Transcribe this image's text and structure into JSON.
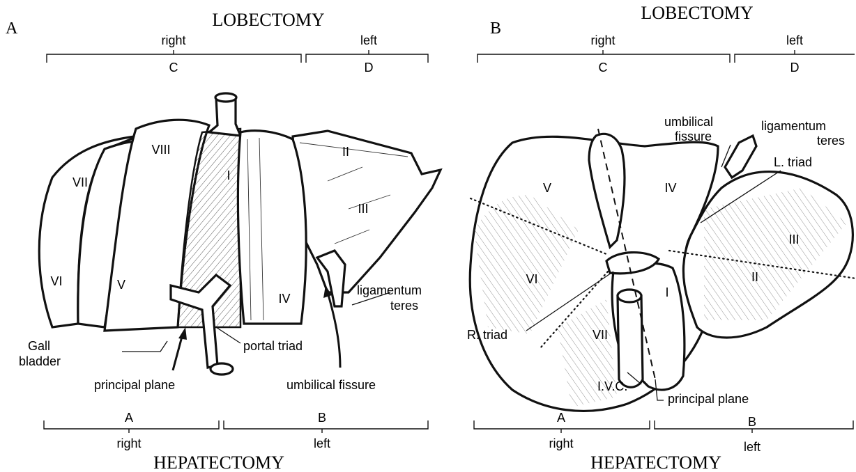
{
  "panels": [
    {
      "panel_letter": "A",
      "top_heading": "LOBECTOMY",
      "bottom_heading": "HEPATECTOMY",
      "top_brackets": [
        {
          "side": "right",
          "letter": "C"
        },
        {
          "side": "left",
          "letter": "D"
        }
      ],
      "bottom_brackets": [
        {
          "letter": "A",
          "side": "right"
        },
        {
          "letter": "B",
          "side": "left"
        }
      ],
      "segments": [
        "VII",
        "VIII",
        "VI",
        "V",
        "I",
        "II",
        "III",
        "IV"
      ],
      "labels": {
        "ligamentum_line1": "ligamentum",
        "ligamentum_line2": "teres",
        "gall_line1": "Gall",
        "gall_line2": "bladder",
        "portal_triad": "portal triad",
        "principal_plane": "principal plane",
        "umbilical_fissure": "umbilical fissure"
      }
    },
    {
      "panel_letter": "B",
      "top_heading": "LOBECTOMY",
      "bottom_heading": "HEPATECTOMY",
      "top_brackets": [
        {
          "side": "right",
          "letter": "C"
        },
        {
          "side": "left",
          "letter": "D"
        }
      ],
      "bottom_brackets": [
        {
          "letter": "A",
          "side": "right"
        },
        {
          "letter": "B",
          "side": "left"
        }
      ],
      "segments": [
        "V",
        "IV",
        "III",
        "II",
        "VI",
        "I",
        "VII"
      ],
      "labels": {
        "umbilical_line1": "umbilical",
        "umbilical_line2": "fissure",
        "ligamentum_line1": "ligamentum",
        "ligamentum_line2": "teres",
        "l_triad": "L. triad",
        "r_triad": "R. triad",
        "ivc": "I.V.C.",
        "principal_plane": "principal plane"
      }
    }
  ]
}
